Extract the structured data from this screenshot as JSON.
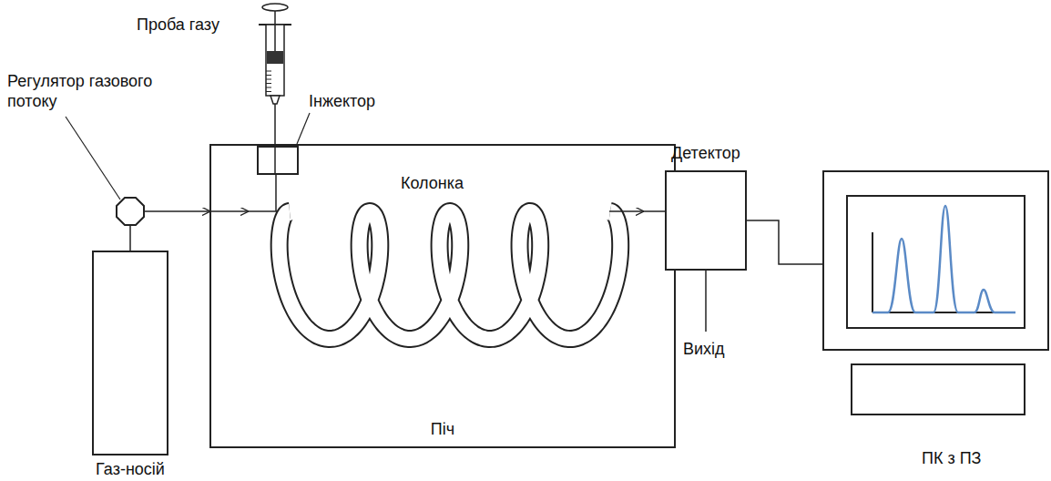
{
  "diagram": {
    "nodes": [
      {
        "text": [
          "Регулятор газового потоку"
        ]
      },
      {
        "text": [
          "Газ-носій"
        ]
      },
      {
        "text": [
          "Піч"
        ]
      },
      {
        "text": [
          "Інжектор"
        ],
        "in": 2
      },
      {
        "text": [
          "Детектор"
        ]
      },
      {
        "text": [
          "ПК з ПЗ"
        ]
      }
    ],
    "edges": [
      {
        "from": 1,
        "to": 0,
        "arrow": "none"
      },
      {
        "from": 0,
        "to": 2,
        "arrow": "to"
      },
      {
        "from": 4,
        "to": 5,
        "arrow": "none"
      }
    ],
    "labels": [
      "Проба газу",
      "Колонка",
      "Вихід"
    ]
  }
}
